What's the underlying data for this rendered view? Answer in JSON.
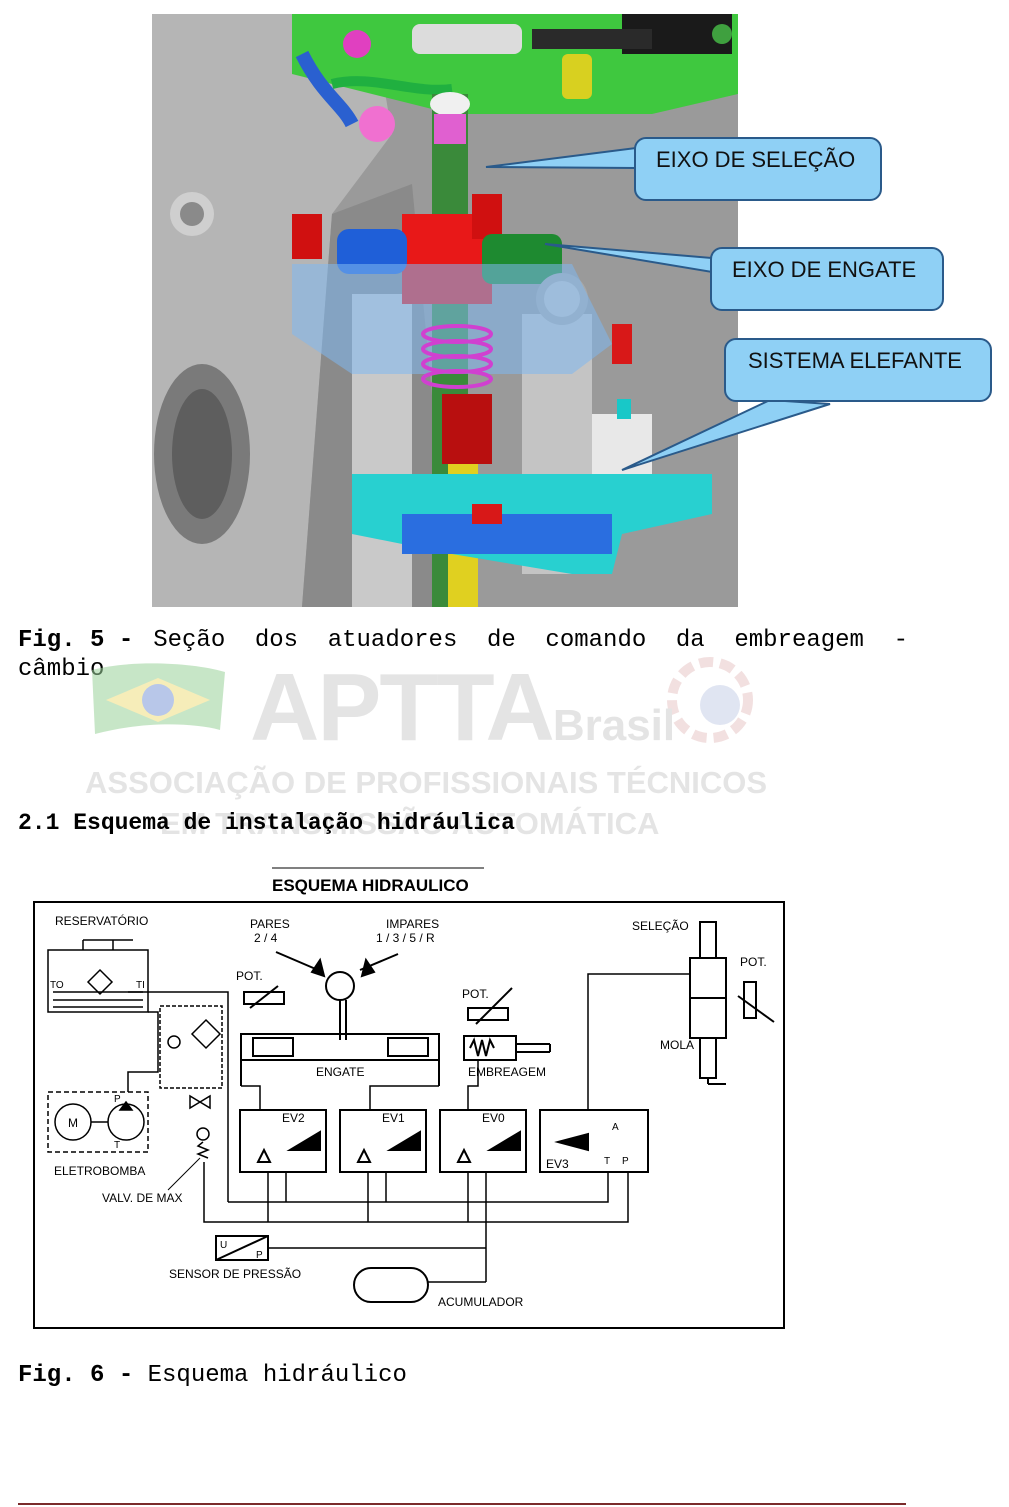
{
  "figure1": {
    "callouts": {
      "selection_axis": "EIXO DE SELEÇÃO",
      "engage_axis": "EIXO DE ENGATE",
      "elephant_system": "SISTEMA ELEFANTE"
    },
    "caption_label": "Fig. 5 -",
    "caption_text_line1": "Seção dos atuadores de comando da embreagem -",
    "caption_text_line2": "câmbio"
  },
  "watermark": {
    "brand_main": "APTTA",
    "brand_sub": "Brasil",
    "line1": "ASSOCIAÇÃO DE PROFISSIONAIS TÉCNICOS",
    "line2": "EM TRANSMISSÃO AUTOMÁTICA"
  },
  "section": {
    "heading": "2.1 Esquema de instalação hidráulica"
  },
  "figure2": {
    "title": "ESQUEMA HIDRAULICO",
    "labels": {
      "reservoir": "RESERVATÓRIO",
      "pares": "PARES",
      "pares_gears": "2 / 4",
      "impares": "IMPARES",
      "impares_gears": "1 / 3 / 5 / R",
      "selection": "SELEÇÃO",
      "pot_left": "POT.",
      "pot_mid": "POT.",
      "pot_right": "POT.",
      "mola": "MOLA",
      "engate": "ENGATE",
      "embreagem": "EMBREAGEM",
      "ev2": "EV2",
      "ev1": "EV1",
      "ev0": "EV0",
      "ev3": "EV3",
      "motor": "M",
      "pump_p": "P",
      "pump_t": "T",
      "to": "TO",
      "ti": "TI",
      "eletrobomba": "ELETROBOMBA",
      "valv_max": "VALV. DE MAX",
      "sensor": "SENSOR DE PRESSÃO",
      "sensor_u": "U",
      "sensor_p": "P",
      "acumulador": "ACUMULADOR",
      "port_a": "A",
      "port_t": "T",
      "port_p": "P"
    },
    "caption_label": "Fig. 6 -",
    "caption_text": "Esquema hidráulico"
  },
  "colors": {
    "callout_fill": "#8fd0f5",
    "callout_stroke": "#2a5a8a",
    "footer_rule": "#7a2a2a"
  }
}
